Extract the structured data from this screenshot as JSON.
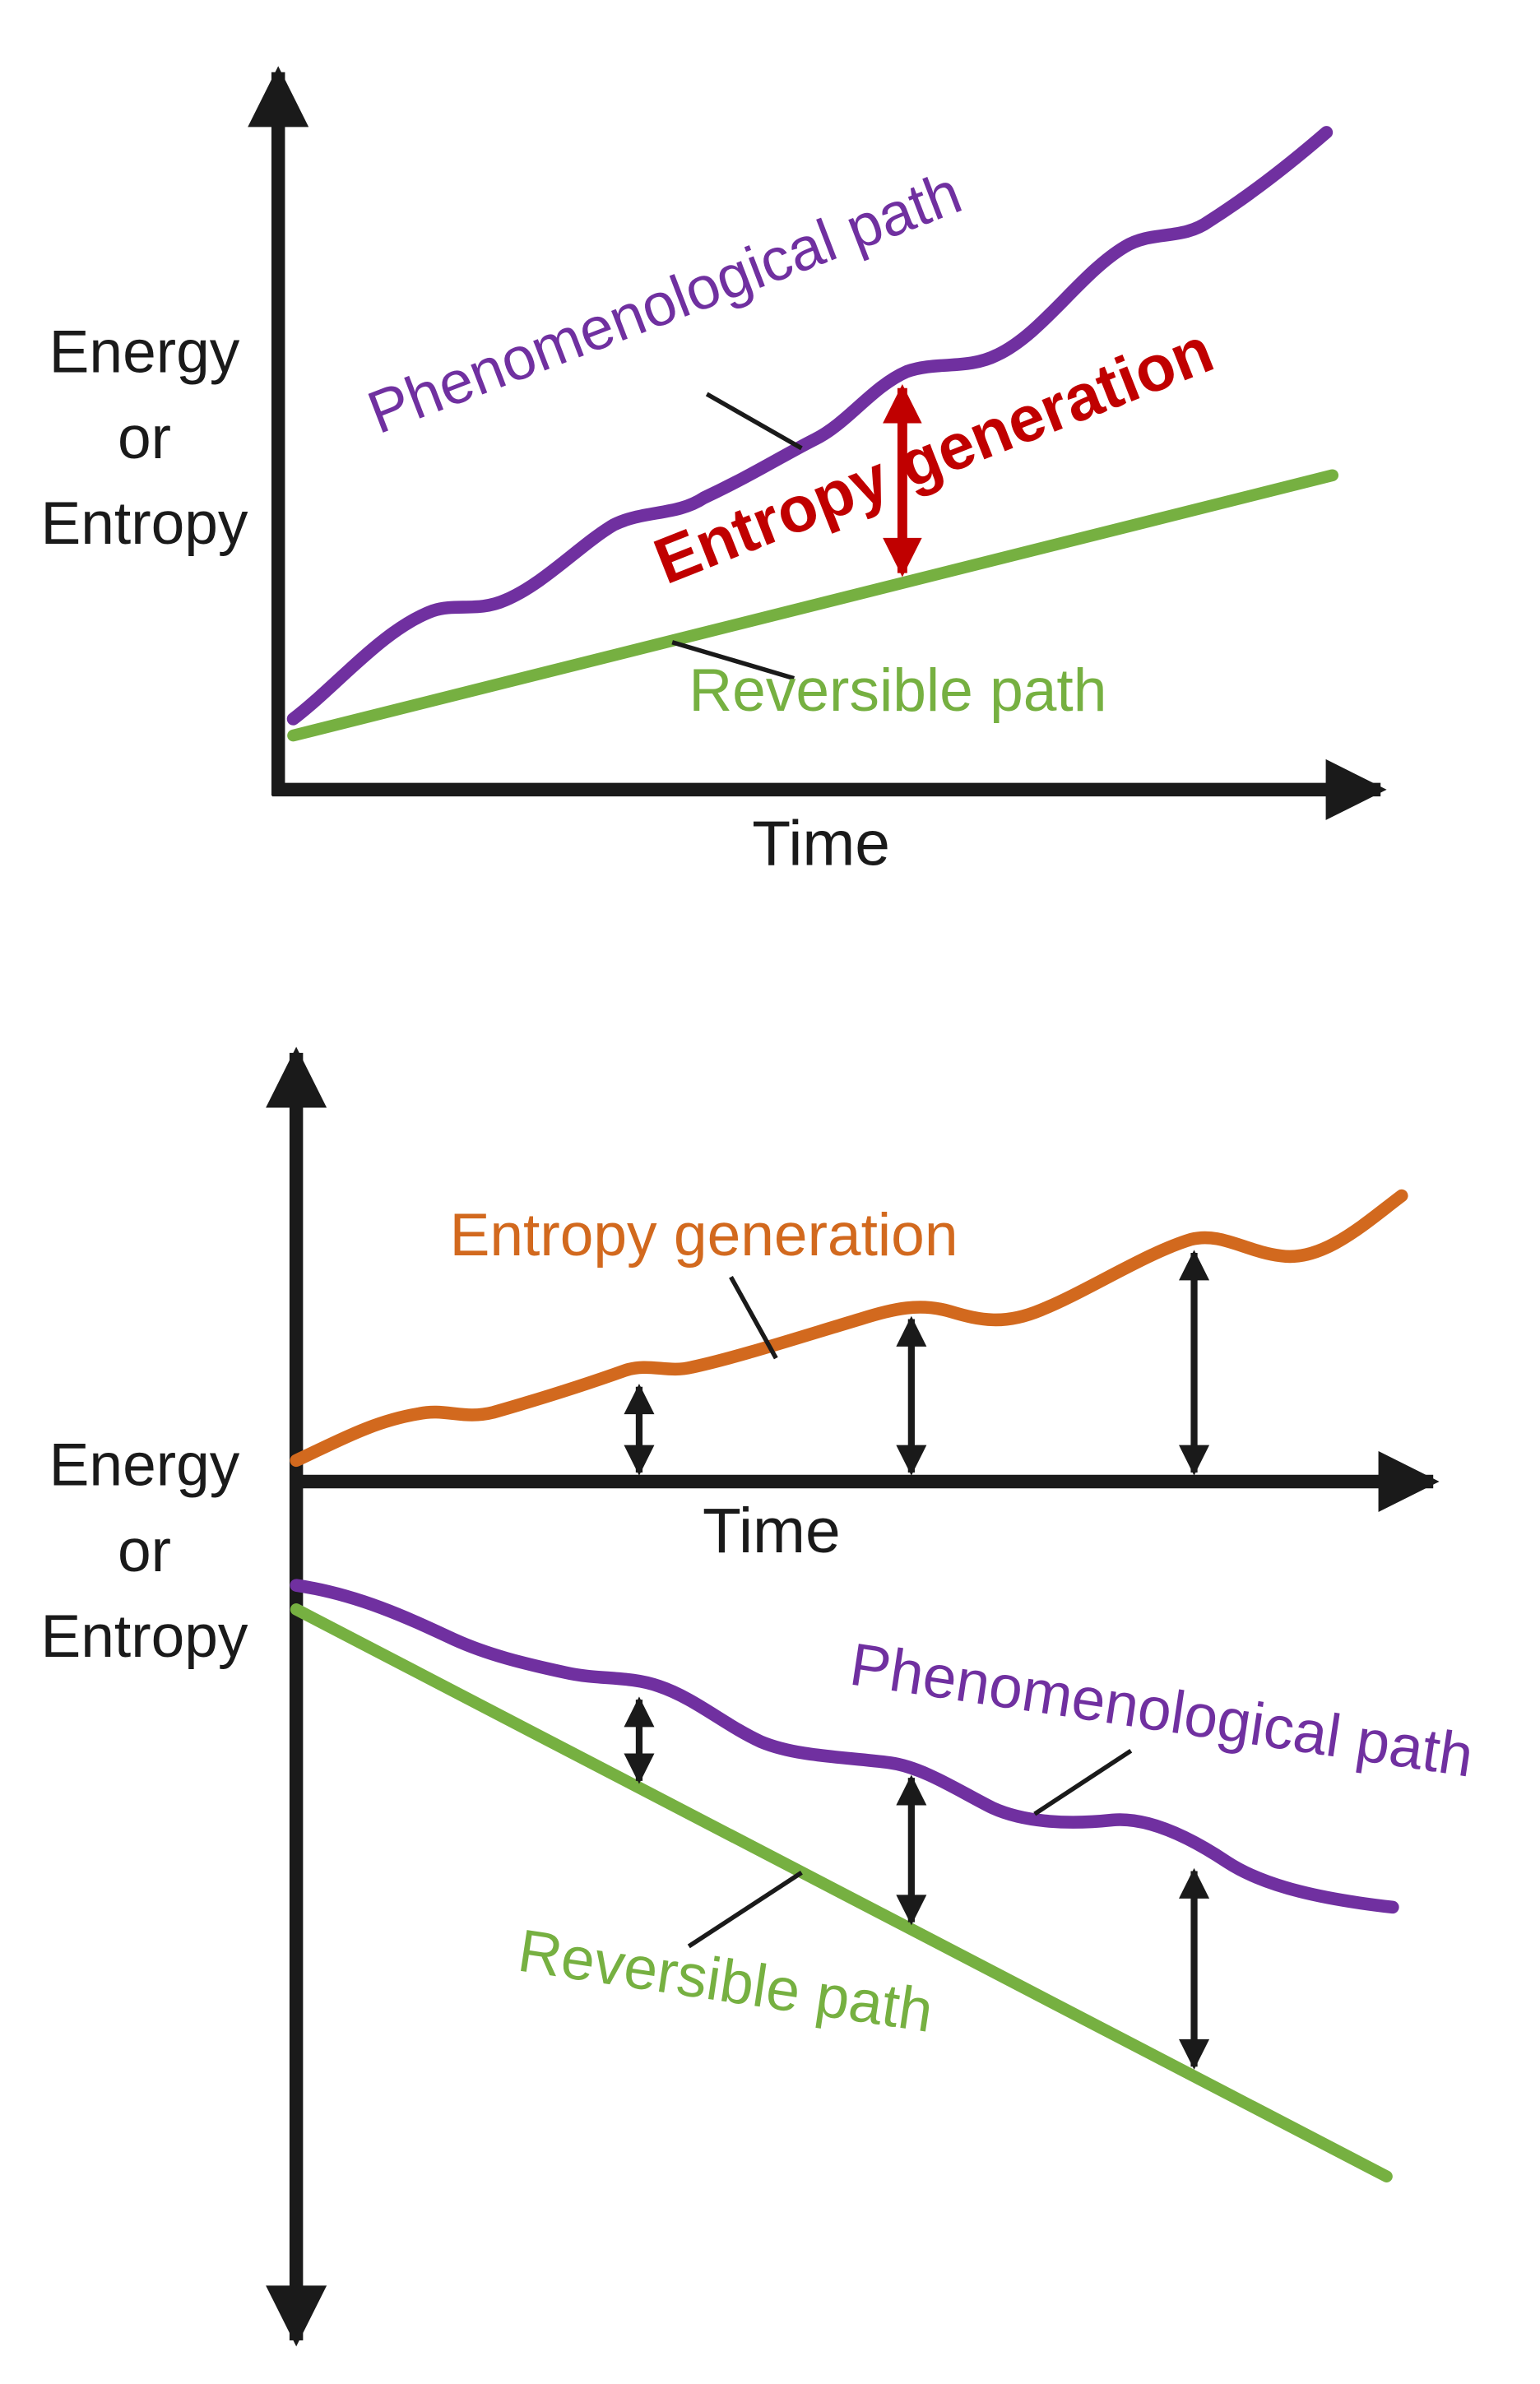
{
  "figure": {
    "background": "#ffffff",
    "colors": {
      "axis": "#1a1a1a",
      "purple": "#7030A0",
      "green": "#76B041",
      "red": "#C00000",
      "orange": "#D2691E"
    },
    "top": {
      "y_axis_lines": [
        "Energy",
        "or",
        "Entropy"
      ],
      "x_axis": "Time",
      "phenomenological": "Phenomenological path",
      "entropy_generation": "Entropy generation",
      "reversible": "Reversible path"
    },
    "bottom": {
      "y_axis_lines": [
        "Energy",
        "or",
        "Entropy"
      ],
      "x_axis": "Time",
      "entropy_generation": "Entropy generation",
      "phenomenological": "Phenomenological path",
      "reversible": "Reversible path"
    }
  },
  "chart_data": [
    {
      "type": "line",
      "title": "",
      "xlabel": "Time",
      "ylabel": "Energy or Entropy",
      "axes": "qualitative sketch, no numeric tick labels; x and y axes with arrowheads",
      "x": [
        0,
        1,
        2,
        3,
        4,
        5,
        6,
        7,
        8,
        9,
        10
      ],
      "series": [
        {
          "name": "Phenomenological path",
          "color": "#7030A0",
          "style": "wavy rising curve",
          "values": [
            0.1,
            0.22,
            0.25,
            0.38,
            0.42,
            0.54,
            0.62,
            0.64,
            0.78,
            0.82,
            0.96
          ]
        },
        {
          "name": "Reversible path",
          "color": "#76B041",
          "style": "straight rising line",
          "values": [
            0.08,
            0.12,
            0.16,
            0.19,
            0.23,
            0.27,
            0.31,
            0.34,
            0.38,
            0.42,
            0.46
          ]
        }
      ],
      "annotations": [
        {
          "text": "Entropy generation",
          "color": "#C00000",
          "meaning": "red double-headed vertical arrow marking the gap between the phenomenological and reversible paths"
        }
      ],
      "legend": "labels drawn beside curves with thin black connector lines"
    },
    {
      "type": "line",
      "title": "",
      "xlabel": "Time",
      "ylabel": "Energy or Entropy",
      "axes": "qualitative sketch; horizontal time axis crosses mid-figure, vertical axis double-headed",
      "x": [
        0,
        1,
        2,
        3,
        4,
        5,
        6,
        7,
        8,
        9,
        10
      ],
      "series": [
        {
          "name": "Entropy generation",
          "color": "#D2691E",
          "style": "wavy rising curve above time axis",
          "values": [
            0.02,
            0.07,
            0.09,
            0.14,
            0.15,
            0.21,
            0.21,
            0.27,
            0.3,
            0.29,
            0.36
          ]
        },
        {
          "name": "Phenomenological path",
          "color": "#7030A0",
          "style": "wavy falling curve below time axis",
          "values": [
            -0.13,
            -0.17,
            -0.22,
            -0.25,
            -0.32,
            -0.35,
            -0.42,
            -0.43,
            -0.48,
            -0.53,
            -0.55
          ]
        },
        {
          "name": "Reversible path",
          "color": "#76B041",
          "style": "straight falling line below time axis",
          "values": [
            -0.16,
            -0.23,
            -0.3,
            -0.38,
            -0.45,
            -0.52,
            -0.59,
            -0.66,
            -0.73,
            -0.8,
            -0.88
          ]
        }
      ],
      "annotations": [
        {
          "text": "black double-headed arrows",
          "meaning": "vertical gaps between time axis and entropy-generation curve, and between phenomenological path and reversible path, shown equal at three times"
        }
      ],
      "legend": "labels drawn beside curves with thin black connector lines"
    }
  ]
}
